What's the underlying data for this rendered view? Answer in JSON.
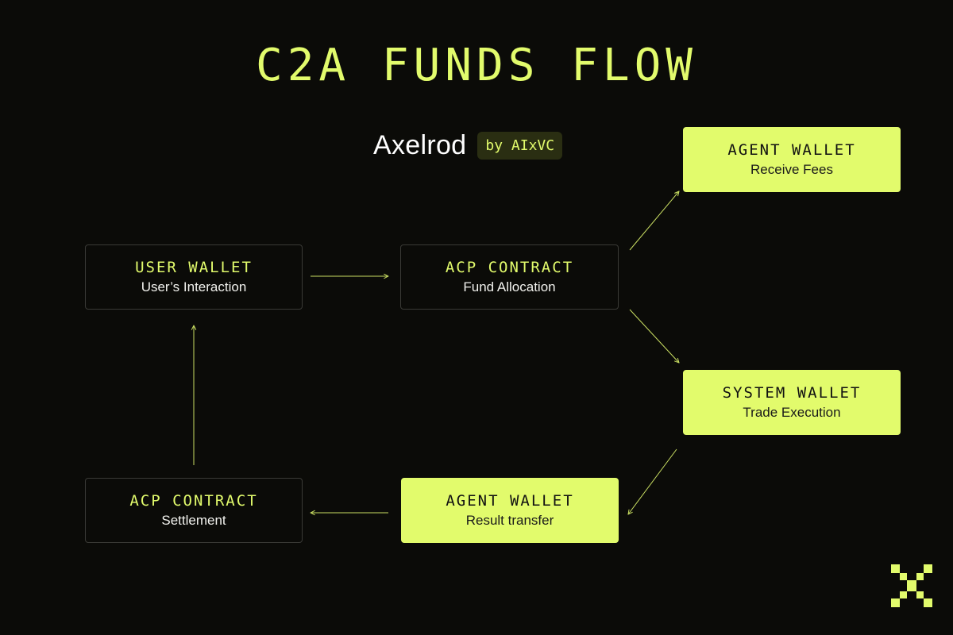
{
  "title": "C2A FUNDS FLOW",
  "brand": {
    "name": "Axelrod",
    "badge": "by AIxVC"
  },
  "nodes": [
    {
      "id": "user-wallet",
      "title": "USER WALLET",
      "subtitle": "User’s Interaction",
      "style": "dark"
    },
    {
      "id": "acp-contract-allocation",
      "title": "ACP CONTRACT",
      "subtitle": "Fund Allocation",
      "style": "dark"
    },
    {
      "id": "agent-wallet-fees",
      "title": "AGENT WALLET",
      "subtitle": "Receive Fees",
      "style": "light"
    },
    {
      "id": "system-wallet",
      "title": "SYSTEM WALLET",
      "subtitle": "Trade Execution",
      "style": "light"
    },
    {
      "id": "agent-wallet-result",
      "title": "AGENT WALLET",
      "subtitle": "Result transfer",
      "style": "light"
    },
    {
      "id": "acp-contract-settlement",
      "title": "ACP CONTRACT",
      "subtitle": "Settlement",
      "style": "dark"
    }
  ],
  "colors": {
    "accent": "#e2fb6c",
    "background": "#0b0b08",
    "border": "#3a3a36"
  },
  "logo_icon": "x-logo-icon"
}
